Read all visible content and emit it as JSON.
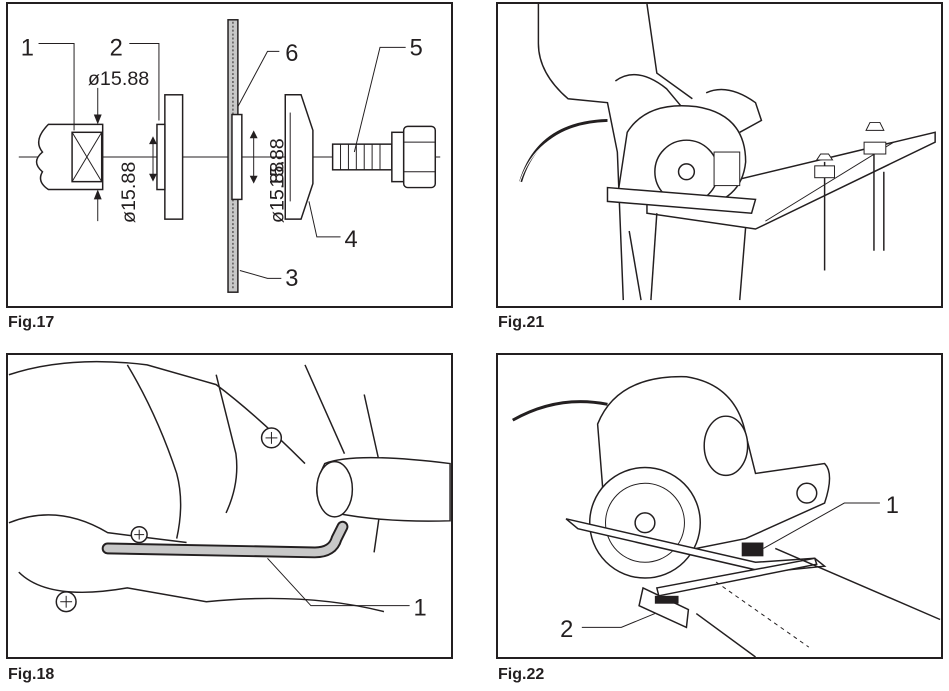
{
  "fig17": {
    "caption": "Fig.17",
    "callouts": [
      "1",
      "2",
      "3",
      "4",
      "5",
      "6"
    ],
    "dim_a": "ø15.88",
    "dim_b": "ø15.88",
    "dim_c": "15.88",
    "dim_d": "ø15.88"
  },
  "fig18": {
    "caption": "Fig.18",
    "callouts": [
      "1"
    ]
  },
  "fig21": {
    "caption": "Fig.21"
  },
  "fig22": {
    "caption": "Fig.22",
    "callouts": [
      "1",
      "2"
    ]
  },
  "colors": {
    "ink": "#231f20",
    "shade": "#c8c8c8",
    "background": "#ffffff"
  }
}
